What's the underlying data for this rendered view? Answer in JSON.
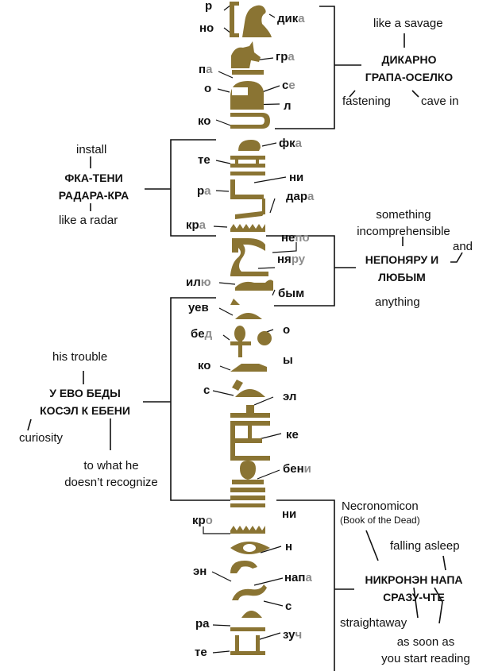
{
  "colors": {
    "glyph": "#8a7433",
    "grey_letter": "#8c8c8c",
    "line": "#111111"
  },
  "syllables": {
    "r": [
      "р",
      ""
    ],
    "no": [
      "но",
      ""
    ],
    "dika": [
      "дик",
      "а"
    ],
    "gra": [
      "гр",
      "а"
    ],
    "pa": [
      "п",
      "а"
    ],
    "o1": [
      "о",
      ""
    ],
    "se": [
      "с",
      "е"
    ],
    "l": [
      "л",
      ""
    ],
    "ko1": [
      "ко",
      ""
    ],
    "fka": [
      "фк",
      "а"
    ],
    "te1": [
      "те",
      ""
    ],
    "ni1": [
      "ни",
      ""
    ],
    "ra1": [
      "р",
      "а"
    ],
    "dara": [
      "дар",
      "а"
    ],
    "kra": [
      "кр",
      "а"
    ],
    "nepo": [
      "не",
      "по"
    ],
    "nyaru": [
      "ня",
      "ру"
    ],
    "ilyu": [
      "ил",
      "ю"
    ],
    "bym": [
      "бым",
      ""
    ],
    "uev": [
      "уев",
      ""
    ],
    "o2": [
      "о",
      ""
    ],
    "bed": [
      "бе",
      "д"
    ],
    "y": [
      "ы",
      ""
    ],
    "ko2": [
      "ко",
      ""
    ],
    "s1": [
      "с",
      ""
    ],
    "el": [
      "эл",
      ""
    ],
    "ke": [
      "ке",
      ""
    ],
    "beni": [
      "бен",
      "и"
    ],
    "ni2": [
      "ни",
      ""
    ],
    "kro": [
      "кр",
      "о"
    ],
    "n": [
      "н",
      ""
    ],
    "en": [
      "эн",
      ""
    ],
    "napa": [
      "нап",
      "а"
    ],
    "s2": [
      "с",
      ""
    ],
    "ra2": [
      "ра",
      ""
    ],
    "zuch": [
      "зу",
      "ч"
    ],
    "te2": [
      "те",
      ""
    ]
  },
  "group1": {
    "phrase": [
      "ДИКАРНО",
      "ГРАПА-ОСЕЛКО"
    ],
    "gloss_top": "like a savage",
    "gloss_left": "fastening",
    "gloss_right": "cave in"
  },
  "group2": {
    "phrase": [
      "ФКА-ТЕНИ",
      "РАДАРА-КРА"
    ],
    "gloss_top": "install",
    "gloss_bottom": "like a radar"
  },
  "group3": {
    "phrase": [
      "НЕПОНЯРУ И",
      "ЛЮБЫМ"
    ],
    "gloss_top": [
      "something",
      "incomprehensible"
    ],
    "gloss_and": "and",
    "gloss_bottom": "anything"
  },
  "group4": {
    "phrase": [
      "У ЕВО БЕДЫ",
      "КОСЭЛ К ЕБЕНИ"
    ],
    "gloss_top": "his trouble",
    "gloss_left": "curiosity",
    "gloss_bottom": [
      "to what he",
      "doesn’t recognize"
    ]
  },
  "group5": {
    "phrase": [
      "НИКРОНЭН НАПА",
      "СРАЗУ-ЧТЕ"
    ],
    "gloss_title": "Necronomicon",
    "gloss_sub": "(Book of the Dead)",
    "gloss_asleep": "falling asleep",
    "gloss_straight": "straightaway",
    "gloss_reading": [
      "as soon as",
      "you start reading"
    ]
  }
}
